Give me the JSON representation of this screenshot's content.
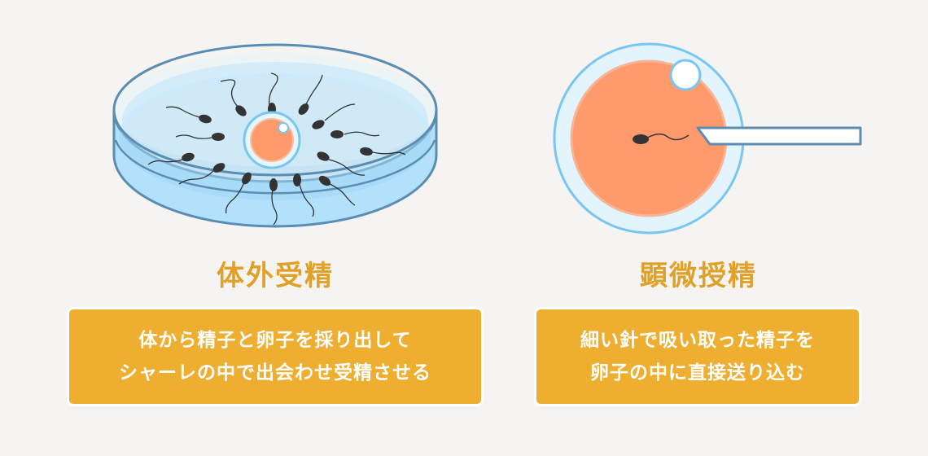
{
  "ivf": {
    "title": "体外受精",
    "description": [
      "体から精子と卵子を採り出して",
      "シャーレの中で出会わせ受精させる"
    ]
  },
  "icsi": {
    "title": "顕微授精",
    "description": [
      "細い針で吸い取った精子を",
      "卵子の中に直接送り込む"
    ]
  },
  "colors": {
    "background": "#f5f4f2",
    "accent": "#eeae30",
    "title": "#e0a128",
    "egg": "#ff9a6c",
    "dish": "#aee0fb",
    "sperm": "#333333"
  }
}
